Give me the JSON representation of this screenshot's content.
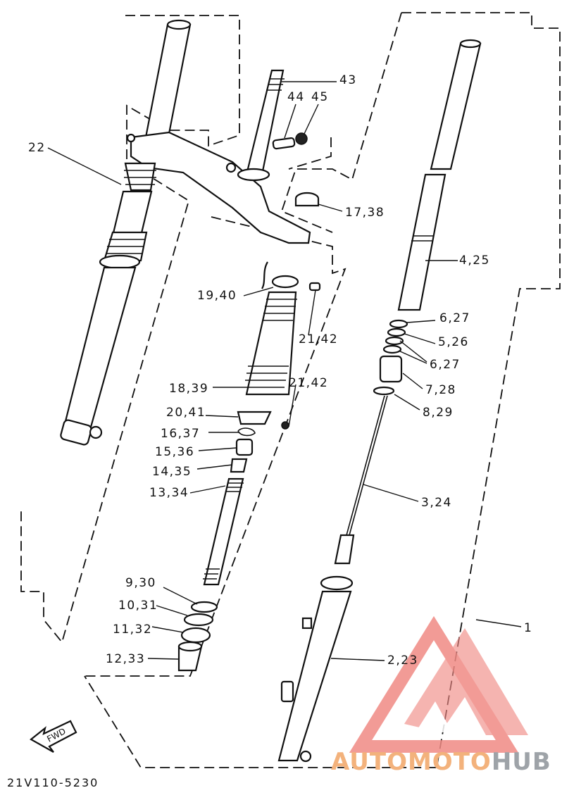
{
  "diagram_code": "21V110-5230",
  "fwd_label": "FWD",
  "watermark": {
    "text_part1": "AUTOMOTO",
    "text_part2": "HUB",
    "color_logo": "#f08a84",
    "color_text1": "#f3b27c",
    "color_text2": "#9ea3a8"
  },
  "callouts": [
    {
      "id": "43",
      "text": "43"
    },
    {
      "id": "44",
      "text": "44"
    },
    {
      "id": "45",
      "text": "45"
    },
    {
      "id": "22",
      "text": "22"
    },
    {
      "id": "17-38",
      "text": "17,38"
    },
    {
      "id": "4-25",
      "text": "4,25"
    },
    {
      "id": "19-40",
      "text": "19,40"
    },
    {
      "id": "6-27a",
      "text": "6,27"
    },
    {
      "id": "5-26",
      "text": "5,26"
    },
    {
      "id": "21-42a",
      "text": "21,42"
    },
    {
      "id": "6-27b",
      "text": "6,27"
    },
    {
      "id": "21-42b",
      "text": "21,42"
    },
    {
      "id": "7-28",
      "text": "7,28"
    },
    {
      "id": "18-39",
      "text": "18,39"
    },
    {
      "id": "8-29",
      "text": "8,29"
    },
    {
      "id": "20-41",
      "text": "20,41"
    },
    {
      "id": "16-37",
      "text": "16,37"
    },
    {
      "id": "15-36",
      "text": "15,36"
    },
    {
      "id": "14-35",
      "text": "14,35"
    },
    {
      "id": "13-34",
      "text": "13,34"
    },
    {
      "id": "3-24",
      "text": "3,24"
    },
    {
      "id": "9-30",
      "text": "9,30"
    },
    {
      "id": "10-31",
      "text": "10,31"
    },
    {
      "id": "1",
      "text": "1"
    },
    {
      "id": "11-32",
      "text": "11,32"
    },
    {
      "id": "12-33",
      "text": "12,33"
    },
    {
      "id": "2-23",
      "text": "2,23"
    }
  ]
}
